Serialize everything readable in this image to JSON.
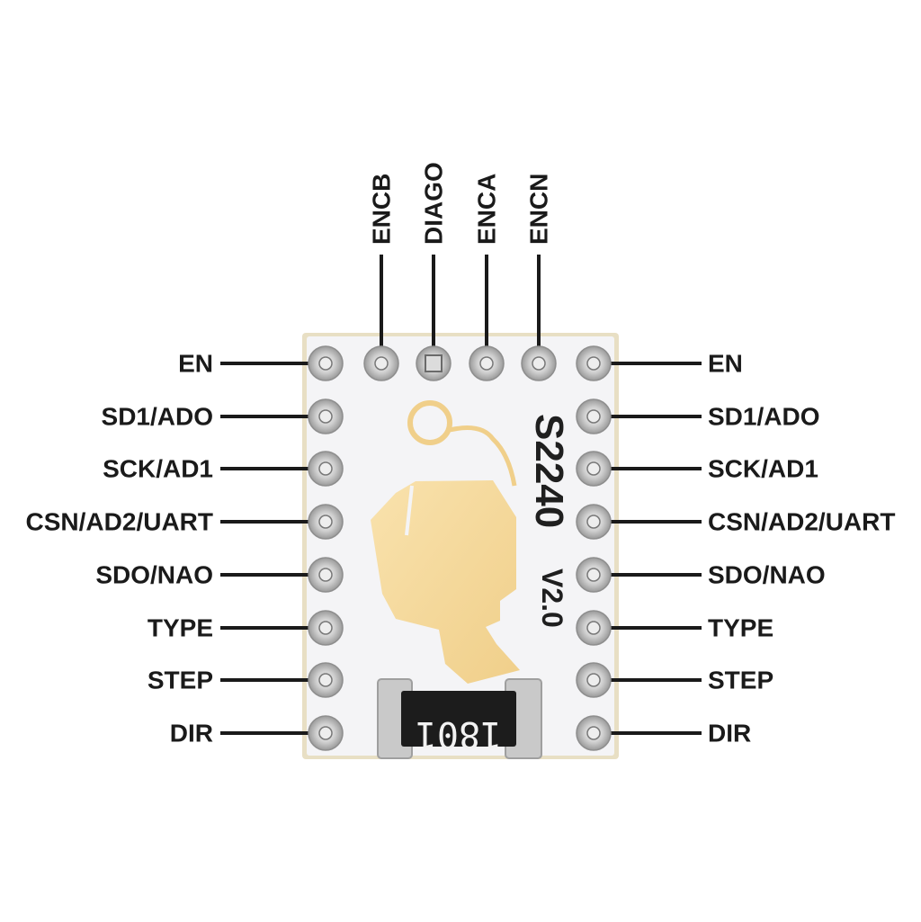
{
  "board": {
    "model": "S2240",
    "version": "V2.0",
    "resistor_marking": "1801",
    "colors": {
      "board": "#f4f4f6",
      "edge": "#e6dcc0",
      "gold": "#f5d79a",
      "resistor": "#1c1c1c",
      "line": "#1a1a1a"
    }
  },
  "pins": {
    "top": [
      "ENCB",
      "DIAGO",
      "ENCA",
      "ENCN"
    ],
    "left": [
      "EN",
      "SD1/ADO",
      "SCK/AD1",
      "CSN/AD2/UART",
      "SDO/NAO",
      "TYPE",
      "STEP",
      "DIR"
    ],
    "right": [
      "EN",
      "SD1/ADO",
      "SCK/AD1",
      "CSN/AD2/UART",
      "SDO/NAO",
      "TYPE",
      "STEP",
      "DIR"
    ]
  }
}
